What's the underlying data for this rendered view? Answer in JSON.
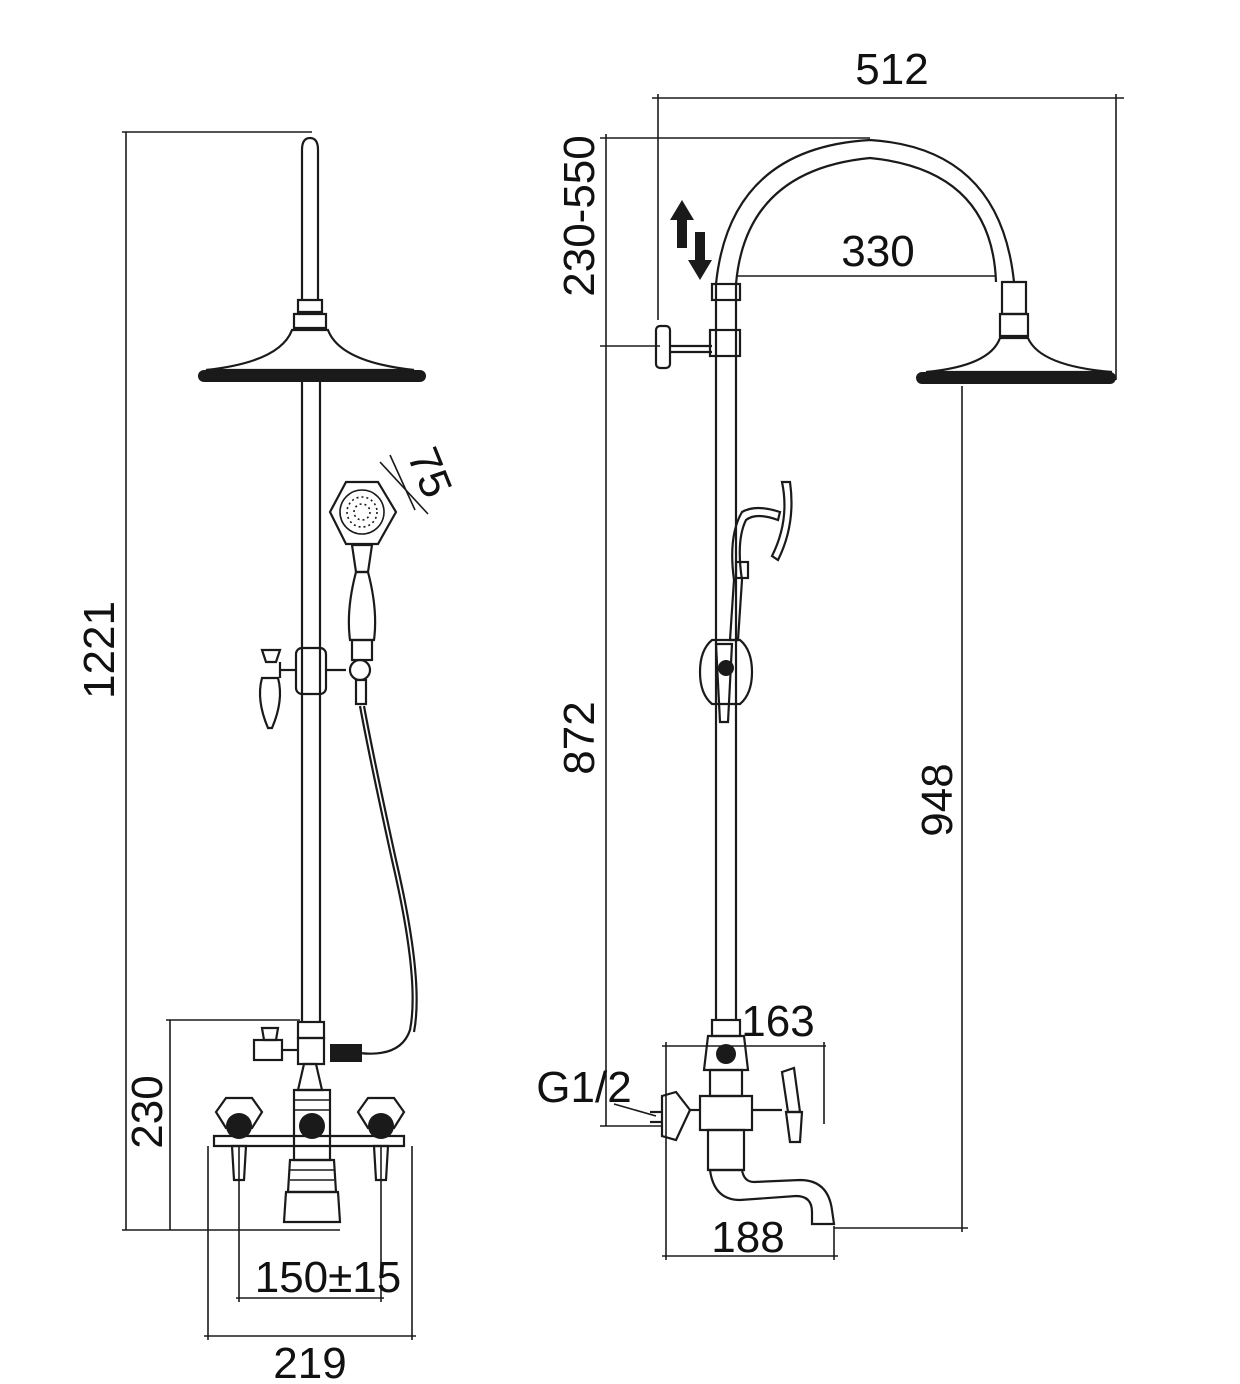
{
  "dimensions": {
    "front_total_height": "1221",
    "front_mixer_height": "230",
    "front_inlet_spacing": "150±15",
    "front_mixer_width": "219",
    "hand_shower_size": "75",
    "side_overall_width": "512",
    "side_arc_height_range": "230-550",
    "side_arc_width": "330",
    "side_wall_bracket_height": "872",
    "side_head_height": "948",
    "side_spout_offset": "163",
    "side_inlet_thread": "G1/2",
    "side_spout_length": "188"
  }
}
